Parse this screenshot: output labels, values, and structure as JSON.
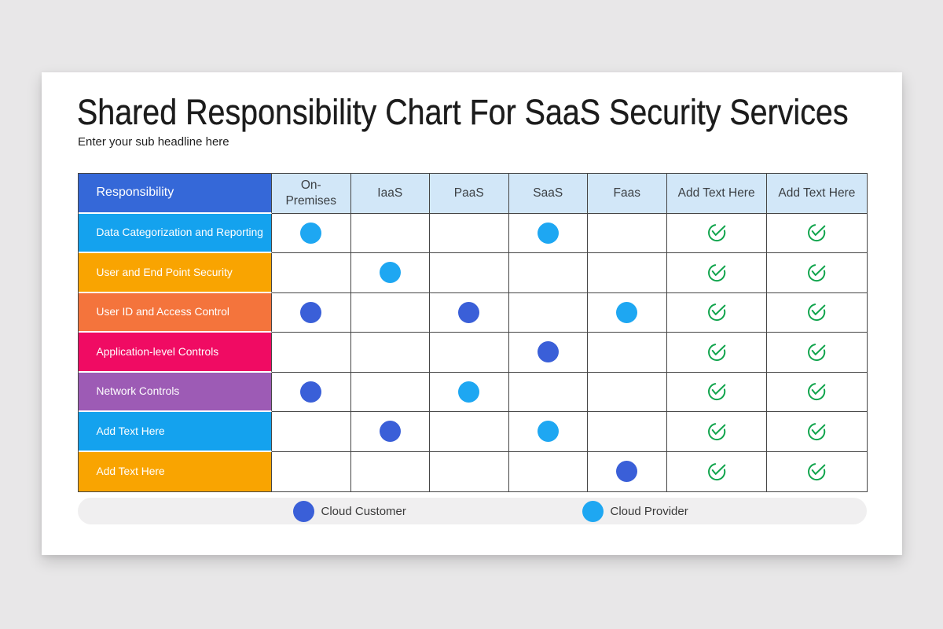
{
  "slide": {
    "title": "Shared Responsibility Chart For SaaS Security Services",
    "subtitle": "Enter your sub headline here"
  },
  "table": {
    "corner_header": "Responsibility",
    "columns": [
      "On-Premises",
      "IaaS",
      "PaaS",
      "SaaS",
      "Faas",
      "Add Text Here",
      "Add Text Here"
    ],
    "rows": [
      {
        "label": "Data Categorization and Reporting",
        "color": "#14a2ee",
        "cells": [
          "provider",
          "",
          "",
          "provider",
          "",
          "check",
          "check"
        ]
      },
      {
        "label": "User and End Point Security",
        "color": "#f9a401",
        "cells": [
          "",
          "provider",
          "",
          "",
          "",
          "check",
          "check"
        ]
      },
      {
        "label": "User ID and Access Control",
        "color": "#f4743c",
        "cells": [
          "customer",
          "",
          "customer",
          "",
          "provider",
          "check",
          "check"
        ]
      },
      {
        "label": "Application-level Controls",
        "color": "#f00b63",
        "cells": [
          "",
          "",
          "",
          "customer",
          "",
          "check",
          "check"
        ]
      },
      {
        "label": "Network Controls",
        "color": "#9d5bb5",
        "cells": [
          "customer",
          "",
          "provider",
          "",
          "",
          "check",
          "check"
        ]
      },
      {
        "label": "Add Text Here",
        "color": "#14a2ee",
        "cells": [
          "",
          "customer",
          "",
          "provider",
          "",
          "check",
          "check"
        ]
      },
      {
        "label": "Add Text Here",
        "color": "#f9a401",
        "cells": [
          "",
          "",
          "",
          "",
          "customer",
          "check",
          "check"
        ]
      }
    ]
  },
  "legend": {
    "items": [
      {
        "id": "customer",
        "label": "Cloud Customer",
        "color": "#3a5fd8"
      },
      {
        "id": "provider",
        "label": "Cloud Provider",
        "color": "#1ea7f2"
      }
    ]
  },
  "colors": {
    "header_blue": "#3568d8",
    "column_header_bg": "#d2e7f8",
    "customer_dot": "#3a5fd8",
    "provider_dot": "#1ea7f2",
    "check_green": "#10a44c",
    "grid_line": "#454545",
    "page_background": "#e8e7e8",
    "card_background": "#ffffff",
    "legend_background": "#f0eff0"
  }
}
